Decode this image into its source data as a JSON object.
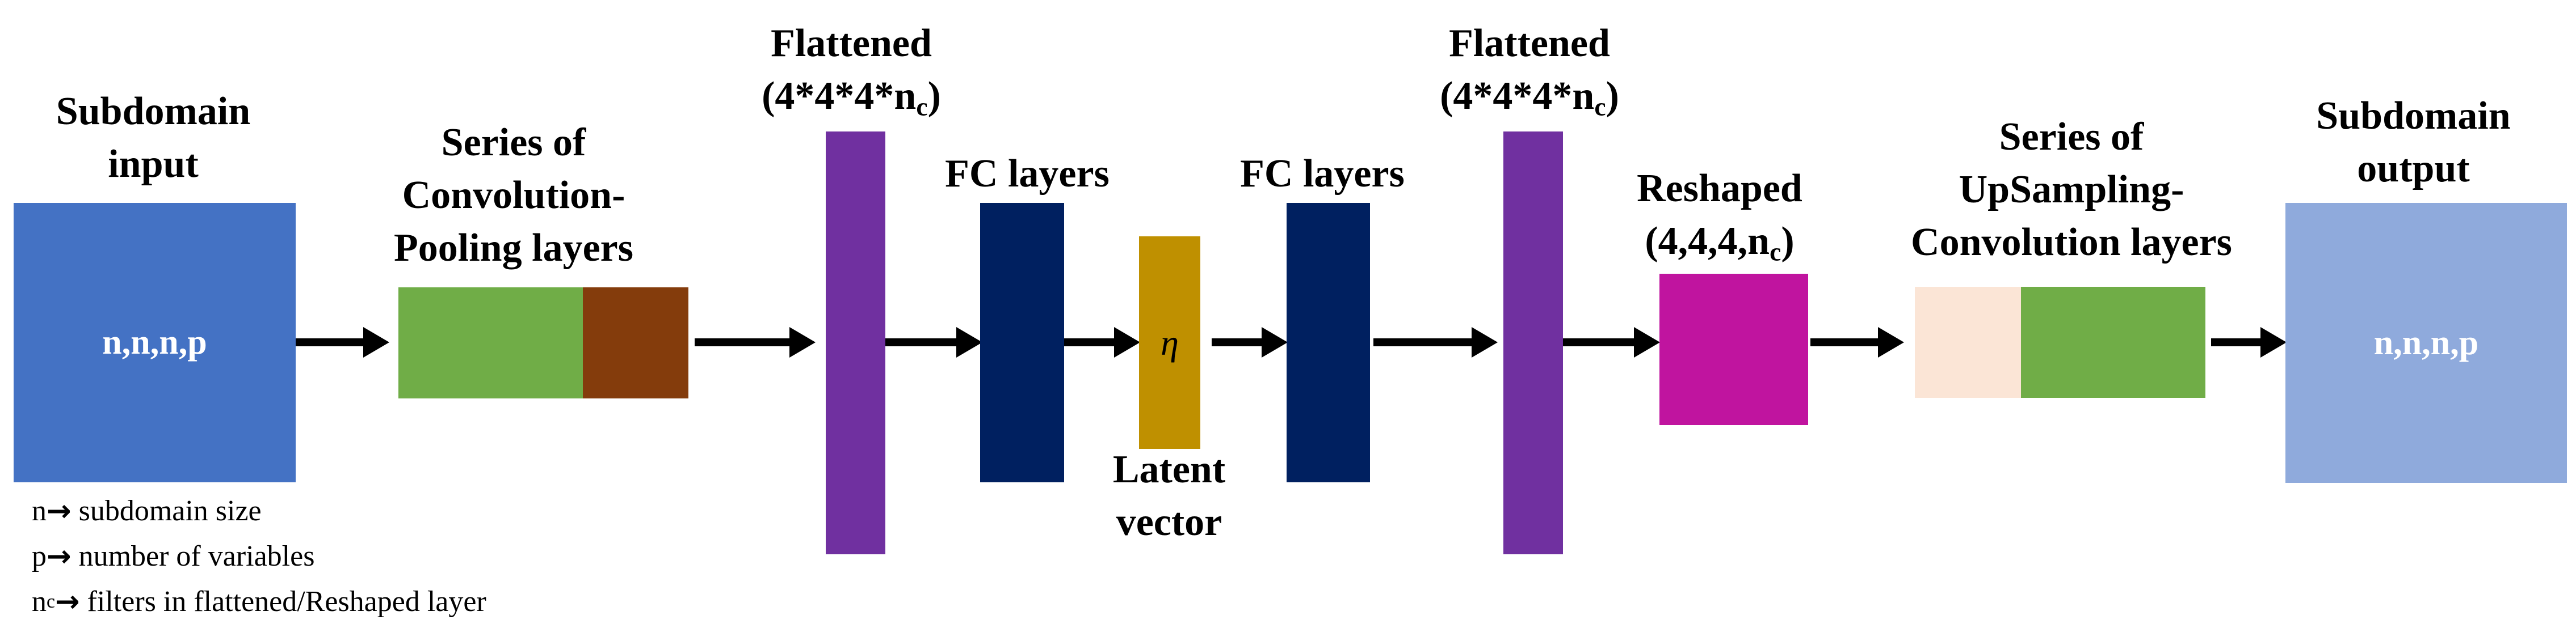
{
  "labels": {
    "input_title_1": "Subdomain",
    "input_title_2": "input",
    "input_value": "n,n,n,p",
    "conv_title_1": "Series of",
    "conv_title_2": "Convolution-",
    "conv_title_3": "Pooling layers",
    "flat1_title_1": "Flattened",
    "flat1_title_2": "(4*4*4*n",
    "flat1_sub": "c",
    "flat1_close": ")",
    "fc1_title": "FC layers",
    "latent_symbol": "η",
    "latent_title_1": "Latent",
    "latent_title_2": "vector",
    "fc2_title": "FC layers",
    "flat2_title_1": "Flattened",
    "flat2_title_2": "(4*4*4*n",
    "flat2_sub": "c",
    "flat2_close": ")",
    "reshaped_title_1": "Reshaped",
    "reshaped_title_2": "(4,4,4,n",
    "reshaped_sub": "c",
    "reshaped_close": ")",
    "up_title_1": "Series of",
    "up_title_2": "UpSampling-",
    "up_title_3": "Convolution layers",
    "output_title_1": "Subdomain",
    "output_title_2": "output",
    "output_value": "n,n,n,p"
  },
  "legend": {
    "line1_var": "n",
    "line1_arrow": "→",
    "line1_text": " subdomain size",
    "line2_var": "p",
    "line2_arrow": "→",
    "line2_text": " number of variables",
    "line3_var": "n",
    "line3_sub": "c",
    "line3_arrow": "→",
    "line3_text": " filters in flattened/Reshaped layer"
  },
  "colors": {
    "input_box": "#4472c4",
    "conv_green": "#70ad47",
    "conv_brown": "#843c0c",
    "flattened": "#7030a0",
    "fc": "#002060",
    "latent": "#bf9000",
    "reshaped": "#c0149f",
    "up_peach": "#fbe5d6",
    "up_green": "#70ad47",
    "output_box": "#8faadc"
  }
}
